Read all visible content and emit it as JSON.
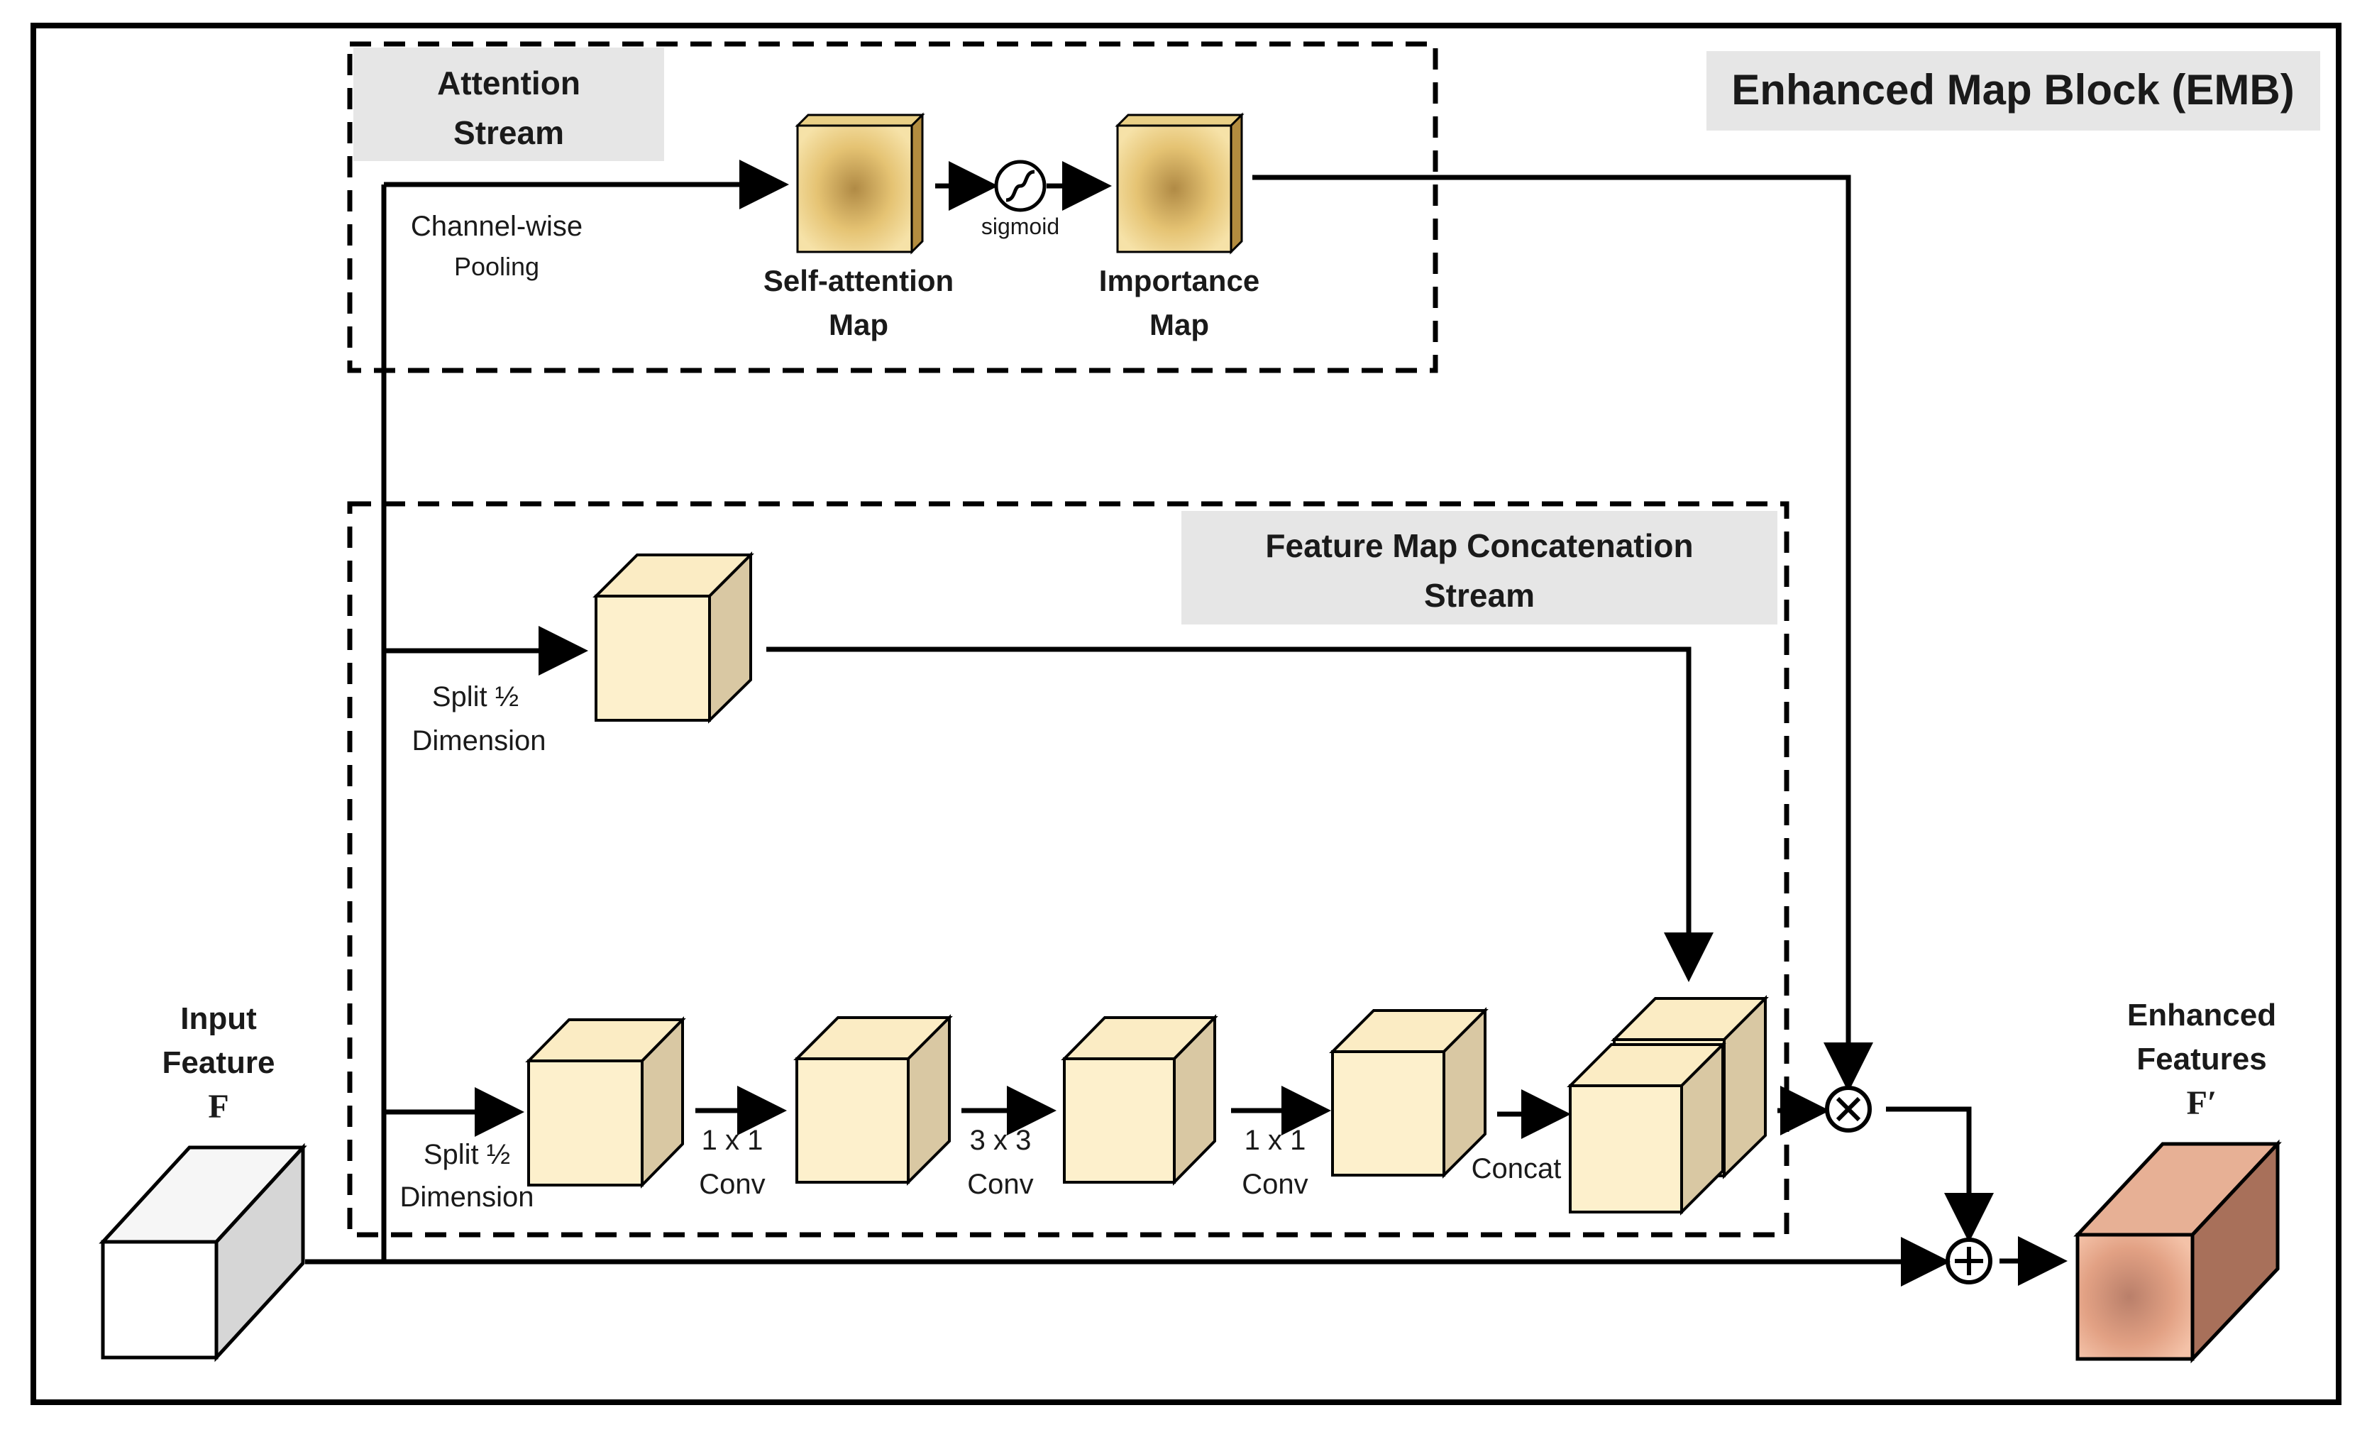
{
  "title": "Enhanced Map Block (EMB)",
  "attention_stream": {
    "title_line1": "Attention",
    "title_line2": "Stream",
    "pooling_line1": "Channel-wise",
    "pooling_line2": "Pooling",
    "self_attention_line1": "Self-attention",
    "self_attention_line2": "Map",
    "sigmoid_label": "sigmoid",
    "importance_line1": "Importance",
    "importance_line2": "Map"
  },
  "concat_stream": {
    "title_line1": "Feature Map Concatenation",
    "title_line2": "Stream",
    "split_top_line1": "Split ½",
    "split_top_line2": "Dimension",
    "split_bottom_line1": "Split ½",
    "split_bottom_line2": "Dimension",
    "conv1_line1": "1 x 1",
    "conv1_line2": "Conv",
    "conv2_line1": "3 x 3",
    "conv2_line2": "Conv",
    "conv3_line1": "1 x 1",
    "conv3_line2": "Conv",
    "concat_label": "Concat"
  },
  "input": {
    "line1": "Input",
    "line2": "Feature",
    "symbol": "F"
  },
  "output": {
    "line1": "Enhanced",
    "line2": "Features",
    "symbol": "F′"
  },
  "colors": {
    "cube_front": "#fdf0cc",
    "cube_side": "#d9c8a3",
    "map_gold": "#e8c873",
    "output_orange": "#e6a88a",
    "label_bg": "#e6e6e6"
  }
}
